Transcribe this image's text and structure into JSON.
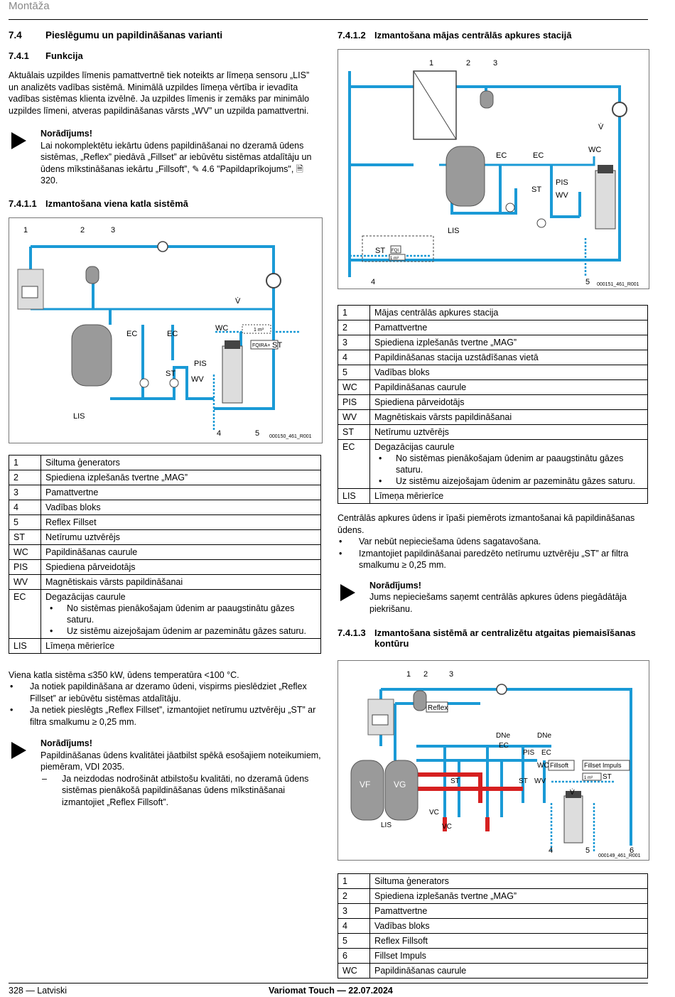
{
  "header": {
    "title": "Montāža"
  },
  "left": {
    "section": {
      "num": "7.4",
      "title": "Pieslēgumu un papildināšanas varianti"
    },
    "sub1": {
      "num": "7.4.1",
      "title": "Funkcija"
    },
    "para1": "Aktuālais uzpildes līmenis pamattvertnē tiek noteikts ar līmeņa sensoru „LIS” un analizēts vadības sistēmā. Minimālā uzpildes līmeņa vērtība ir ievadīta vadības sistēmas klienta izvēlnē. Ja uzpildes līmenis ir zemāks par minimālo uzpildes līmeni, atveras papildināšanas vārsts „WV” un uzpilda pamattvertni.",
    "note1": {
      "title": "Norādījums!",
      "text": "Lai nokomplektētu iekārtu ūdens papildināšanai no dzeramā ūdens sistēmas, „Reflex” piedāvā „Fillset” ar iebūvētu sistēmas atdalītāju un ūdens mīkstināšanas iekārtu „Fillsoft”, ✎ 4.6 \"Papildaprīkojums\", 🗎 320."
    },
    "sub2": {
      "num": "7.4.1.1",
      "title": "Izmantošana viena katla sistēmā"
    },
    "fig_labels": {
      "n1": "1",
      "n2": "2",
      "n3": "3",
      "n4": "4",
      "n5": "5",
      "ec1": "EC",
      "ec2": "EC",
      "wc": "WC",
      "pis": "PIS",
      "st": "ST",
      "wv": "WV",
      "lis": "LIS",
      "st2": "ST",
      "fq": "FQIRA+",
      "code": "000150_461_R001",
      "v": "V̇",
      "m3": "1 m³"
    },
    "legend": [
      {
        "k": "1",
        "v": "Siltuma ģenerators"
      },
      {
        "k": "2",
        "v": "Spiediena izplešanās tvertne „MAG”"
      },
      {
        "k": "3",
        "v": "Pamattvertne"
      },
      {
        "k": "4",
        "v": "Vadības bloks"
      },
      {
        "k": "5",
        "v": "Reflex Fillset"
      },
      {
        "k": "ST",
        "v": "Netīrumu uztvērējs"
      },
      {
        "k": "WC",
        "v": "Papildināšanas caurule"
      },
      {
        "k": "PIS",
        "v": "Spiediena pārveidotājs"
      },
      {
        "k": "WV",
        "v": "Magnētiskais vārsts papildināšanai"
      },
      {
        "k": "EC",
        "v": "Degazācijas caurule",
        "sub": [
          "No sistēmas pienākošajam ūdenim ar paaugstinātu gāzes saturu.",
          "Uz sistēmu aizejošajam ūdenim ar pazeminātu gāzes saturu."
        ]
      },
      {
        "k": "LIS",
        "v": "Līmeņa mērierīce"
      }
    ],
    "para2": "Viena katla sistēma ≤350 kW, ūdens temperatūra <100 °C.",
    "bullets": [
      "Ja notiek papildināšana ar dzeramo ūdeni, vispirms pieslēdziet „Reflex Fillset” ar iebūvētu sistēmas atdalītāju.",
      "Ja netiek pieslēgts „Reflex Fillset”, izmantojiet netīrumu uztvērēju „ST” ar filtra smalkumu ≥ 0,25 mm."
    ],
    "note2": {
      "title": "Norādījums!",
      "text": "Papildināšanas ūdens kvalitātei jāatbilst spēkā esošajiem noteikumiem, piemēram, VDI 2035.",
      "dash": "Ja neizdodas nodrošināt atbilstošu kvalitāti, no dzeramā ūdens sistēmas pienākošā papildināšanas ūdens mīkstināšanai izmantojiet „Reflex Fillsoft”."
    }
  },
  "right": {
    "sub3": {
      "num": "7.4.1.2",
      "title": "Izmantošana mājas centrālās apkures stacijā"
    },
    "fig2_labels": {
      "n1": "1",
      "n2": "2",
      "n3": "3",
      "n4": "4",
      "n5": "5",
      "ec1": "EC",
      "ec2": "EC",
      "wc": "WC",
      "pis": "PIS",
      "st": "ST",
      "wv": "WV",
      "lis": "LIS",
      "st2": "ST",
      "fq": "FQI",
      "code": "000151_461_R001",
      "v": "V̇",
      "m3": "1 m³"
    },
    "legend2": [
      {
        "k": "1",
        "v": "Mājas centrālās apkures stacija"
      },
      {
        "k": "2",
        "v": "Pamattvertne"
      },
      {
        "k": "3",
        "v": "Spiediena izplešanās tvertne „MAG”"
      },
      {
        "k": "4",
        "v": "Papildināšanas stacija uzstādīšanas vietā"
      },
      {
        "k": "5",
        "v": "Vadības bloks"
      },
      {
        "k": "WC",
        "v": "Papildināšanas caurule"
      },
      {
        "k": "PIS",
        "v": "Spiediena pārveidotājs"
      },
      {
        "k": "WV",
        "v": "Magnētiskais vārsts papildināšanai"
      },
      {
        "k": "ST",
        "v": "Netīrumu uztvērējs"
      },
      {
        "k": "EC",
        "v": "Degazācijas caurule",
        "sub": [
          "No sistēmas pienākošajam ūdenim ar paaugstinātu gāzes saturu.",
          "Uz sistēmu aizejošajam ūdenim ar pazeminātu gāzes saturu."
        ]
      },
      {
        "k": "LIS",
        "v": "Līmeņa mērierīce"
      }
    ],
    "para3": "Centrālās apkures ūdens ir īpaši piemērots izmantošanai kā papildināšanas ūdens.",
    "bullets2": [
      "Var nebūt nepieciešama ūdens sagatavošana.",
      "Izmantojiet papildināšanai paredzēto netīrumu uztvērēju „ST” ar filtra smalkumu ≥ 0,25 mm."
    ],
    "note3": {
      "title": "Norādījums!",
      "text": "Jums nepieciešams saņemt centrālās apkures ūdens piegādātāja piekrišanu."
    },
    "sub4": {
      "num": "7.4.1.3",
      "title": "Izmantošana sistēmā ar centralizētu atgaitas piemaisīšanas kontūru"
    },
    "fig3_labels": {
      "n1": "1",
      "n2": "2",
      "n3": "3",
      "n4": "4",
      "n5": "5",
      "n6": "6",
      "reflex": "Reflex",
      "dne1": "DNe",
      "dne2": "DNe",
      "ec1": "EC",
      "ec2": "EC",
      "pis": "PIS",
      "wc": "WC",
      "fillsoft": "Fillsoft",
      "fillimp": "Fillset Impuls",
      "st1": "ST",
      "st2": "ST",
      "wv": "WV",
      "st3": "ST",
      "vf": "VF",
      "vg": "VG",
      "vc1": "VC",
      "vc2": "VC",
      "lis": "LIS",
      "code": "000149_461_R001",
      "v": "V̇",
      "m3": "1 m³"
    },
    "legend3": [
      {
        "k": "1",
        "v": "Siltuma ģenerators"
      },
      {
        "k": "2",
        "v": "Spiediena izplešanās tvertne „MAG”"
      },
      {
        "k": "3",
        "v": "Pamattvertne"
      },
      {
        "k": "4",
        "v": "Vadības bloks"
      },
      {
        "k": "5",
        "v": "Reflex Fillsoft"
      },
      {
        "k": "6",
        "v": "Fillset Impuls"
      },
      {
        "k": "WC",
        "v": "Papildināšanas caurule"
      }
    ]
  },
  "footer": {
    "left": "328 — Latviski",
    "center": "Variomat Touch — 22.07.2024"
  },
  "colors": {
    "pipe": "#1a9ad6",
    "tank": "#9a9a9a",
    "text": "#000000"
  }
}
